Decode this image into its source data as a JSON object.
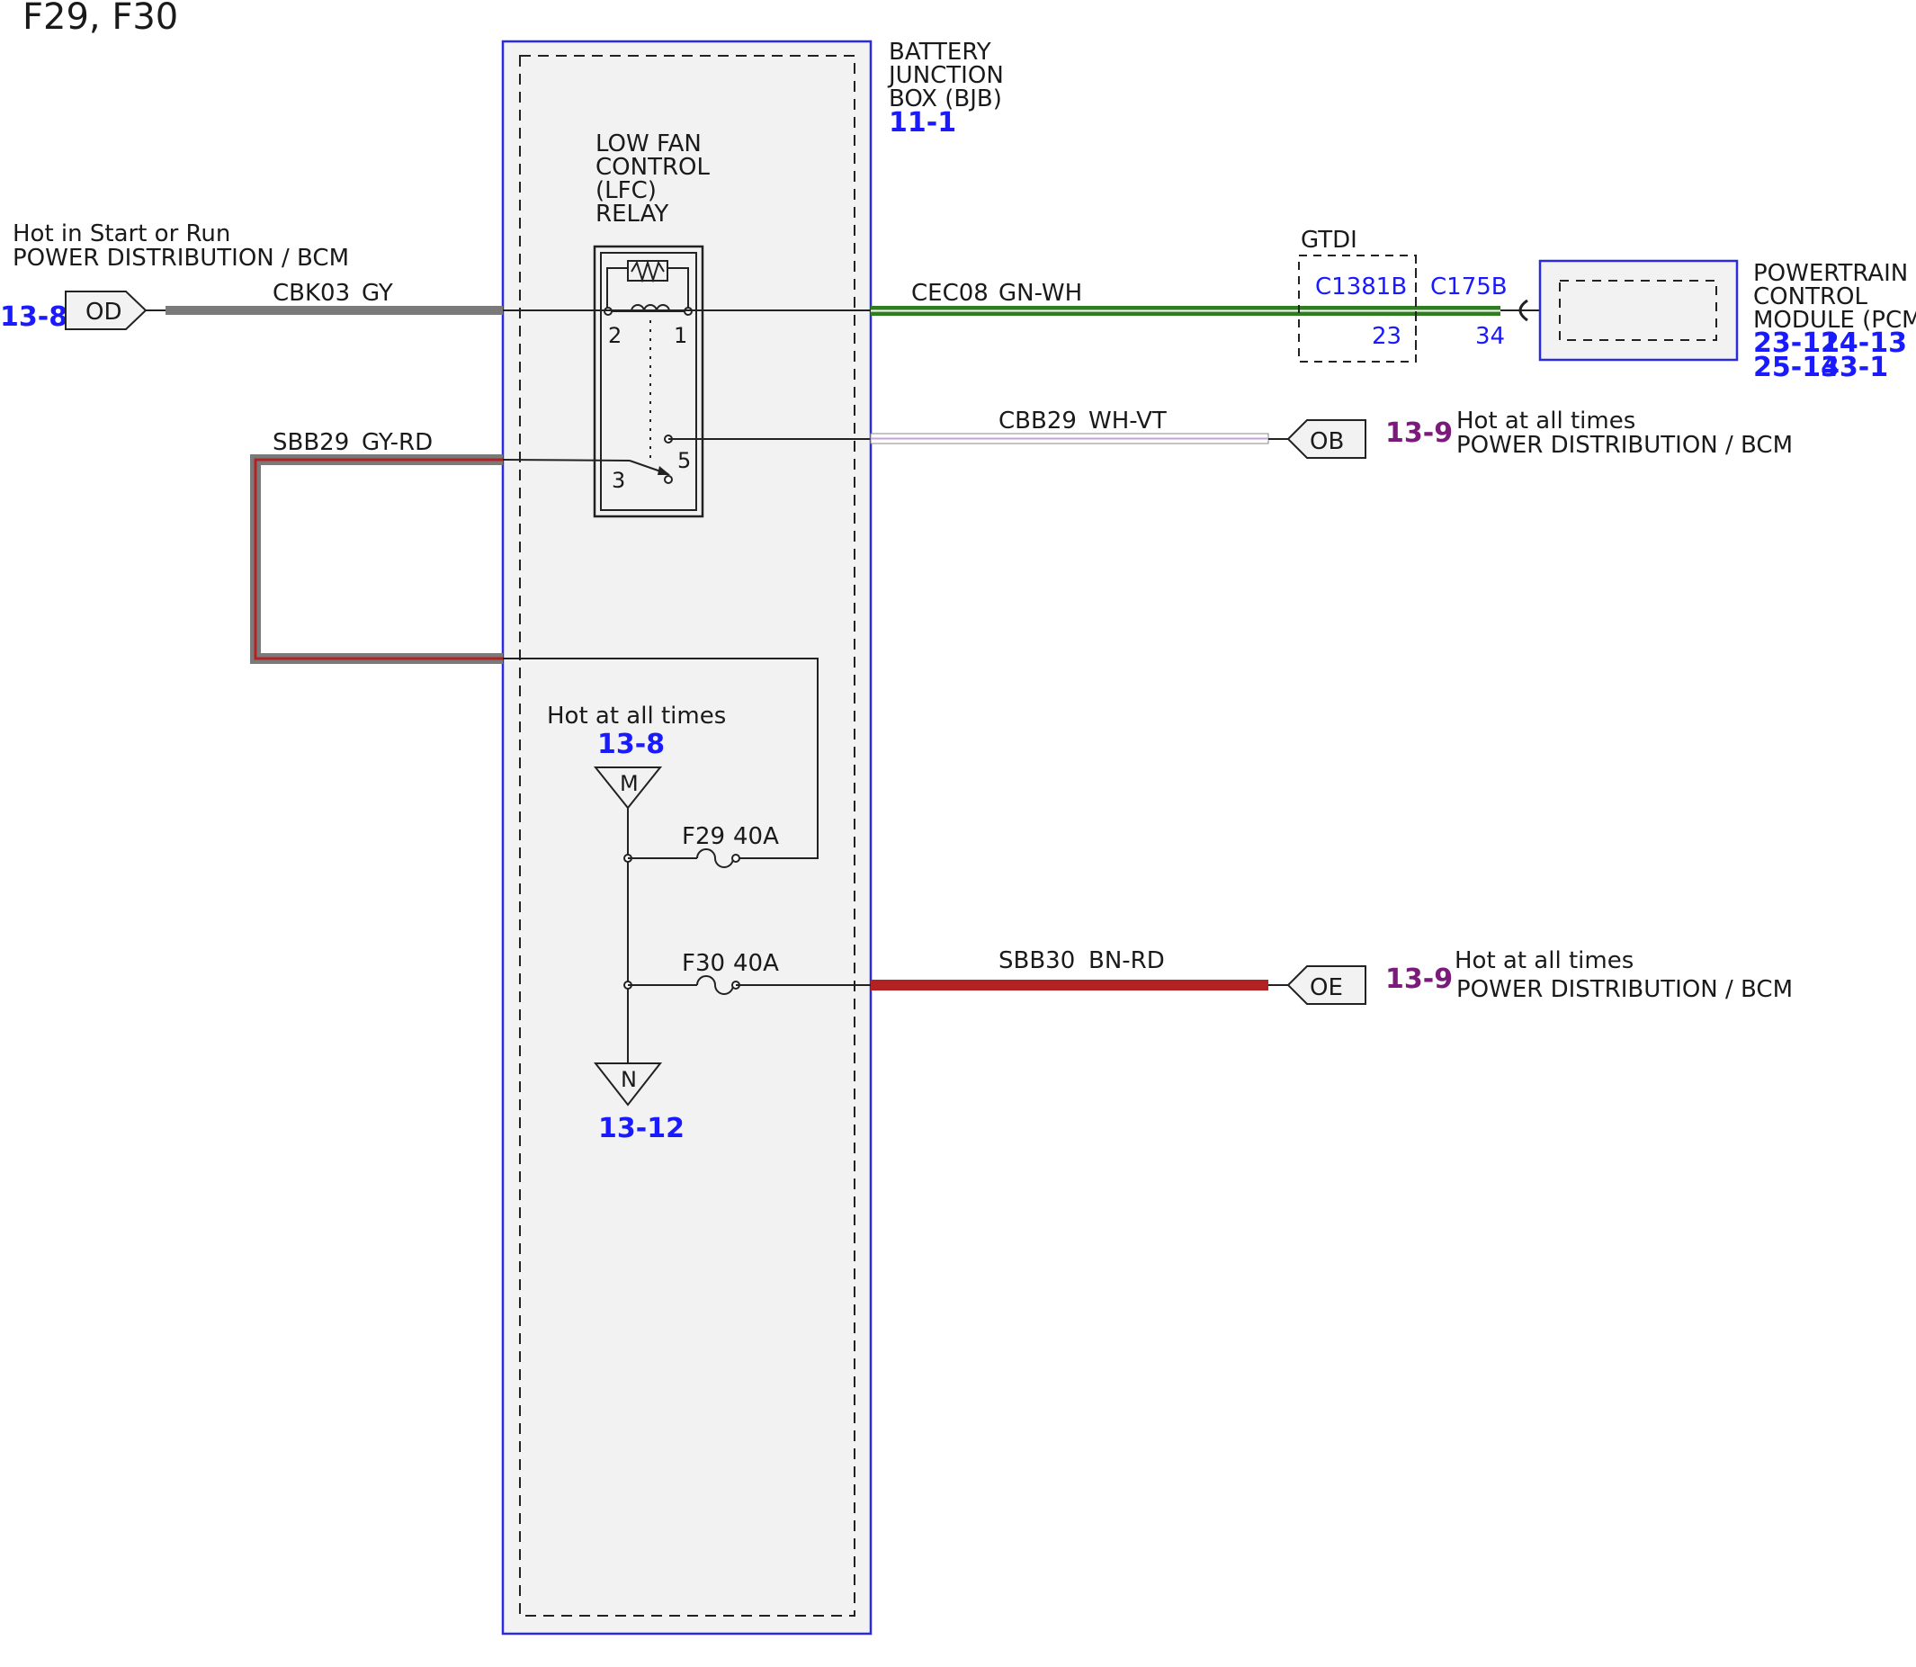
{
  "title": "F29, F30",
  "bjb": {
    "label": [
      "BATTERY",
      "JUNCTION",
      "BOX (BJB)"
    ],
    "ref": "11-1"
  },
  "relay": {
    "label": [
      "LOW FAN",
      "CONTROL",
      "(LFC)",
      "RELAY"
    ],
    "pins": [
      "2",
      "1",
      "3",
      "5"
    ]
  },
  "connectors": {
    "od": {
      "label": "OD",
      "ref": "13-8",
      "desc1": "Hot in Start or Run",
      "desc2": "POWER DISTRIBUTION / BCM"
    },
    "ob": {
      "label": "OB",
      "ref": "13-9",
      "desc1": "Hot at all times",
      "desc2": "POWER DISTRIBUTION / BCM"
    },
    "oe": {
      "label": "OE",
      "ref": "13-9",
      "desc1": "Hot at all times",
      "desc2": "POWER DISTRIBUTION / BCM"
    }
  },
  "wires": {
    "cbk03": {
      "circuit": "CBK03",
      "color": "GY"
    },
    "sbb29": {
      "circuit": "SBB29",
      "color": "GY-RD"
    },
    "cec08": {
      "circuit": "CEC08",
      "color": "GN-WH"
    },
    "cbb29": {
      "circuit": "CBB29",
      "color": "WH-VT"
    },
    "sbb30": {
      "circuit": "SBB30",
      "color": "BN-RD"
    }
  },
  "gtdi": {
    "label": "GTDI",
    "c1": "C1381B",
    "c1_pin": "23",
    "c2": "C175B",
    "c2_pin": "34"
  },
  "pcm": {
    "label": [
      "POWERTRAIN",
      "CONTROL",
      "MODULE (PCM)"
    ],
    "refs": [
      "23-11",
      "24-13",
      "25-14",
      "33-1"
    ]
  },
  "bus": {
    "hot_label": "Hot at all times",
    "m_ref": "13-8",
    "m_label": "M",
    "n_label": "N",
    "n_ref": "13-12"
  },
  "fuses": {
    "f29": {
      "name": "F29",
      "rating": "40A"
    },
    "f30": {
      "name": "F30",
      "rating": "40A"
    }
  },
  "colors": {
    "gray_wire": "#7a7a7a",
    "red_wire": "#b22222",
    "green_wire": "#2e7d1e",
    "violet_wire": "#c9a0d8",
    "module_border": "#2a2ae0",
    "box_fill": "#f2f2f2",
    "ref_blue": "#1a1aff",
    "ref_purple": "#7b1a7b"
  }
}
